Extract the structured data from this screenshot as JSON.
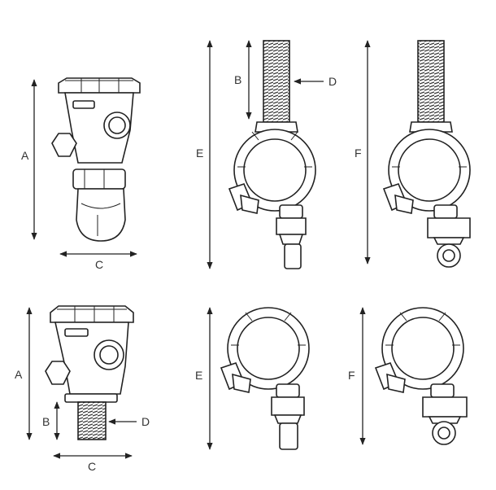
{
  "labels": {
    "top_left_height": "A",
    "top_left_width": "C",
    "top_mid_height": "E",
    "top_mid_thread": "B",
    "top_mid_thread_pointer": "D",
    "top_right_height": "F",
    "bot_left_height": "A",
    "bot_left_thread": "B",
    "bot_left_thread_pointer": "D",
    "bot_left_width": "C",
    "bot_mid_height": "E",
    "bot_right_height": "F"
  }
}
